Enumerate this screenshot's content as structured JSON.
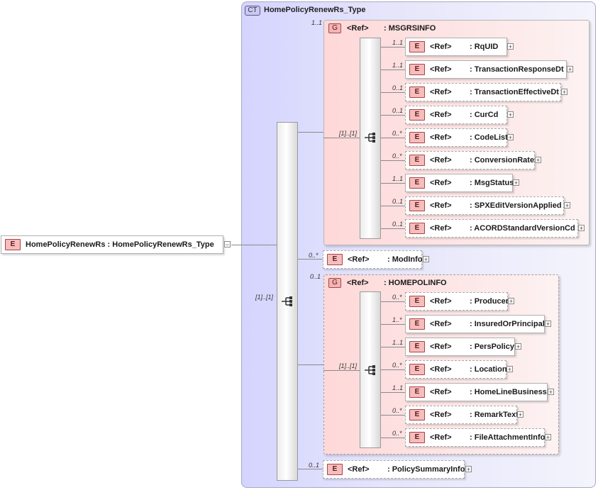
{
  "complex_type": {
    "badge": "CT",
    "title": "HomePolicyRenewRs_Type"
  },
  "root": {
    "badge": "E",
    "label": "HomePolicyRenewRs : HomePolicyRenewRs_Type"
  },
  "main_sequence": {
    "multiplicity": "[1]..[1]"
  },
  "msgrsinfo": {
    "badge": "G",
    "ref": "<Ref>",
    "name": ": MSGRSINFO",
    "multiplicity": "1..1",
    "seq_multiplicity": "[1]..[1]",
    "elements": [
      {
        "mult": "1..1",
        "ref": "<Ref>",
        "name": ": RqUID"
      },
      {
        "mult": "1..1",
        "ref": "<Ref>",
        "name": ": TransactionResponseDt"
      },
      {
        "mult": "0..1",
        "ref": "<Ref>",
        "name": ": TransactionEffectiveDt"
      },
      {
        "mult": "0..1",
        "ref": "<Ref>",
        "name": ": CurCd"
      },
      {
        "mult": "0..*",
        "ref": "<Ref>",
        "name": ": CodeList"
      },
      {
        "mult": "0..*",
        "ref": "<Ref>",
        "name": ": ConversionRate"
      },
      {
        "mult": "1..1",
        "ref": "<Ref>",
        "name": ": MsgStatus"
      },
      {
        "mult": "0..1",
        "ref": "<Ref>",
        "name": ": SPXEditVersionApplied"
      },
      {
        "mult": "0..1",
        "ref": "<Ref>",
        "name": ": ACORDStandardVersionCd"
      }
    ]
  },
  "modinfo": {
    "badge": "E",
    "mult": "0..*",
    "ref": "<Ref>",
    "name": ": ModInfo"
  },
  "homepolinfo": {
    "badge": "G",
    "ref": "<Ref>",
    "name": ": HOMEPOLINFO",
    "multiplicity": "0..1",
    "seq_multiplicity": "[1]..[1]",
    "elements": [
      {
        "mult": "0..*",
        "ref": "<Ref>",
        "name": ": Producer"
      },
      {
        "mult": "1..*",
        "ref": "<Ref>",
        "name": ": InsuredOrPrincipal"
      },
      {
        "mult": "1..1",
        "ref": "<Ref>",
        "name": ": PersPolicy"
      },
      {
        "mult": "0..*",
        "ref": "<Ref>",
        "name": ": Location"
      },
      {
        "mult": "1..1",
        "ref": "<Ref>",
        "name": ": HomeLineBusiness"
      },
      {
        "mult": "0..*",
        "ref": "<Ref>",
        "name": ": RemarkText"
      },
      {
        "mult": "0..*",
        "ref": "<Ref>",
        "name": ": FileAttachmentInfo"
      }
    ]
  },
  "policysummaryinfo": {
    "badge": "E",
    "mult": "0..1",
    "ref": "<Ref>",
    "name": ": PolicySummaryInfo"
  },
  "element_badge": "E",
  "expand_glyph": "+",
  "collapse_glyph": "−",
  "icons": {
    "sequence": "sequence-icon",
    "expand": "plus-icon",
    "collapse": "minus-icon"
  }
}
